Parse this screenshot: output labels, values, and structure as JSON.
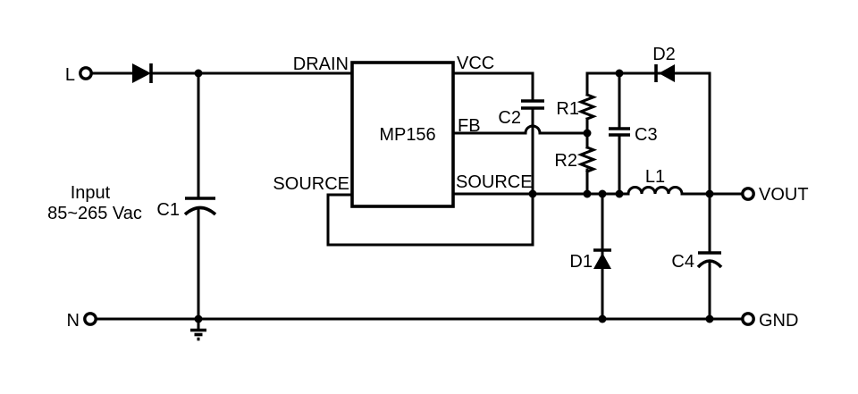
{
  "colors": {
    "line": "#000000",
    "background": "#ffffff"
  },
  "input_note": {
    "line1": "Input",
    "line2": "85~265 Vac"
  },
  "terminals": {
    "live": "L",
    "neutral": "N",
    "vout": "VOUT",
    "gnd": "GND"
  },
  "ic": {
    "name": "MP156",
    "pins": {
      "drain": "DRAIN",
      "vcc": "VCC",
      "fb": "FB",
      "source_left": "SOURCE",
      "source_right": "SOURCE"
    }
  },
  "components": {
    "c1": "C1",
    "c2": "C2",
    "c3": "C3",
    "c4": "C4",
    "r1": "R1",
    "r2": "R2",
    "d1": "D1",
    "d2": "D2",
    "l1": "L1"
  }
}
